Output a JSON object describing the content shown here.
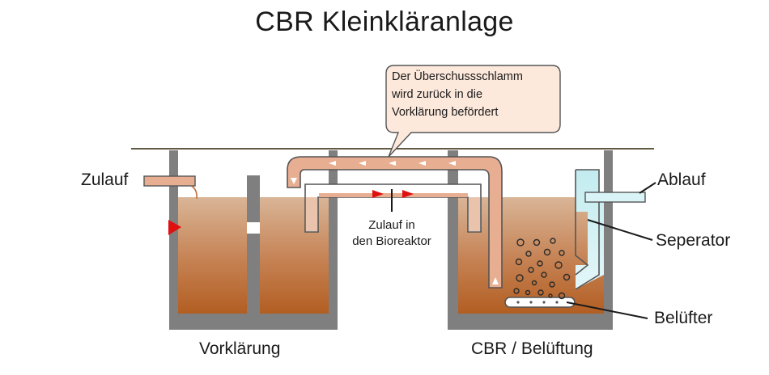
{
  "title": "CBR Kleinkläranlage",
  "labels": {
    "zulauf": "Zulauf",
    "ablauf": "Ablauf",
    "seperator": "Seperator",
    "beluefter": "Belüfter",
    "vorklaerung": "Vorklärung",
    "cbr": "CBR / Belüftung",
    "zulauf_bio_line1": "Zulauf in",
    "zulauf_bio_line2": "den Bioreaktor"
  },
  "callout": {
    "line1": "Der Überschussschlamm",
    "line2": "wird zurück in die",
    "line3": "Vorklärung befördert"
  },
  "colors": {
    "wall": "#7f7f7f",
    "sludge_top": "#d7b092",
    "sludge_bottom": "#b5652a",
    "pipe": "#e8ae92",
    "pipe_stroke": "#555555",
    "callout_bg": "#fde9dc",
    "separator_water": "#c9ecf0",
    "arrow_red": "#e01010",
    "ground": "#5f5a40"
  }
}
